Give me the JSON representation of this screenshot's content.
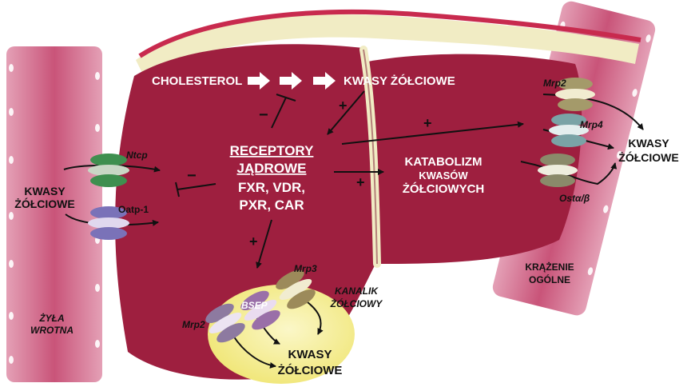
{
  "labels": {
    "cholesterol": "CHOLESTEROL",
    "bile_acids_top": "KWASY ŻÓŁCIOWE",
    "receptors_line1": "RECEPTORY",
    "receptors_line2": "JĄDROWE",
    "receptors_line3": "FXR, VDR,",
    "receptors_line4": "PXR, CAR",
    "catabolism_line1": "KATABOLIZM",
    "catabolism_line2": "KWASÓW",
    "catabolism_line3": "ŻÓŁCIOWYCH",
    "bile_acids_left_1": "KWASY",
    "bile_acids_left_2": "ŻÓŁCIOWE",
    "bile_acids_right_1": "KWASY",
    "bile_acids_right_2": "ŻÓŁCIOWE",
    "bile_acids_bottom_1": "KWASY",
    "bile_acids_bottom_2": "ŻÓŁCIOWE",
    "portal_vein_1": "ŻYŁA",
    "portal_vein_2": "WROTNA",
    "systemic_1": "KRĄŻENIE",
    "systemic_2": "OGÓLNE",
    "canaliculus_1": "KANALIK",
    "canaliculus_2": "ŻÓŁCIOWY"
  },
  "transporters": {
    "ntcp": "Ntcp",
    "oatp1": "Oatp-1",
    "mrp2_top": "Mrp2",
    "mrp4": "Mrp4",
    "ost": "Ostα/β",
    "mrp3": "Mrp3",
    "bsep": "BSEP",
    "mrp2_bottom": "Mrp2"
  },
  "signs": {
    "plus": "+",
    "minus": "−"
  },
  "colors": {
    "liver": "#9e1f3f",
    "liver_dark": "#7a1430",
    "vessel": "#c9577a",
    "vessel_light": "#e6a3b8",
    "canaliculus": "#f4ef9a",
    "ntcp": "#3f8f4f",
    "oatp": "#7a72b8",
    "mrp_top": "#a49a6a",
    "mrp4": "#7aa3a6",
    "ost": "#8a8a6a",
    "bsep": "#9a6fa8",
    "mrp3": "#9c8a5a",
    "mrp2_bottom": "#8d7aa0"
  }
}
